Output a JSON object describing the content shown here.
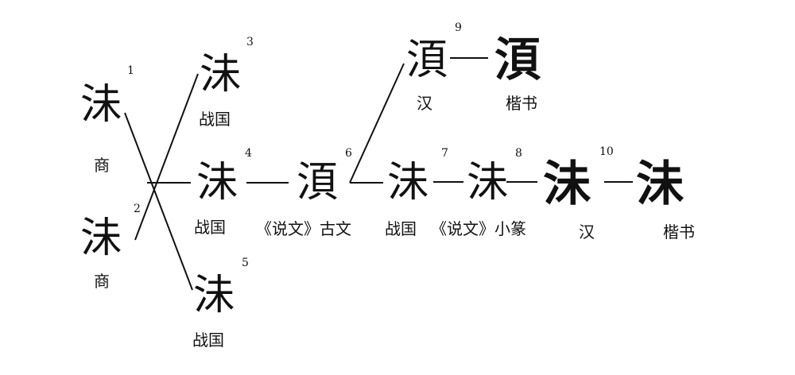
{
  "title": "沬 / 湏 character evolution",
  "nodes": [
    {
      "num": "1",
      "glyph": "沬",
      "label": "商"
    },
    {
      "num": "2",
      "glyph": "沬",
      "label": "商"
    },
    {
      "num": "3",
      "glyph": "沬",
      "label": "战国"
    },
    {
      "num": "4",
      "glyph": "沬",
      "label": "战国"
    },
    {
      "num": "5",
      "glyph": "沬",
      "label": "战国"
    },
    {
      "num": "6",
      "glyph": "湏",
      "label": "《说文》古文"
    },
    {
      "num": "7",
      "glyph": "沬",
      "label": "战国"
    },
    {
      "num": "8",
      "glyph": "沬",
      "label": "《说文》小篆"
    },
    {
      "num": "9",
      "glyph": "湏",
      "label": "汉"
    },
    {
      "num": "10",
      "glyph": "沬",
      "label": "汉"
    }
  ],
  "modern": [
    {
      "glyph": "湏",
      "label": "楷书"
    },
    {
      "glyph": "沬",
      "label": "楷书"
    }
  ]
}
